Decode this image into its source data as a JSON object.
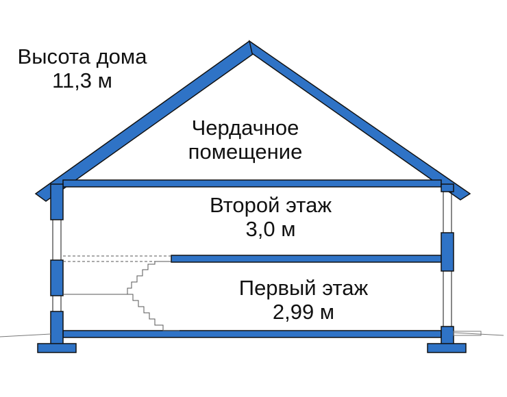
{
  "house_height": {
    "title": "Высота дома",
    "value": "11,3 м"
  },
  "attic": {
    "line1": "Чердачное",
    "line2": "помещение"
  },
  "second_floor": {
    "name": "Второй этаж",
    "height": "3,0 м"
  },
  "first_floor": {
    "name": "Первый этаж",
    "height": "2,99 м"
  },
  "colors": {
    "structure_fill": "#2f73c6",
    "outline": "#111111",
    "background": "#ffffff"
  }
}
